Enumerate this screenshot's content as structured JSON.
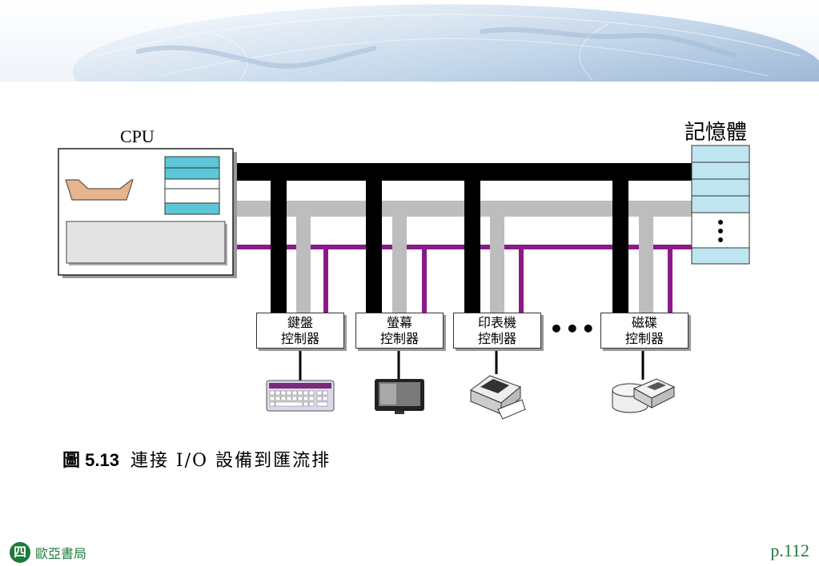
{
  "banner": {
    "description": "globe-banner"
  },
  "cpu": {
    "label": "CPU"
  },
  "memory": {
    "label": "記憶體"
  },
  "controllers": [
    {
      "line1": "鍵盤",
      "line2": "控制器",
      "device": "keyboard-icon"
    },
    {
      "line1": "螢幕",
      "line2": "控制器",
      "device": "monitor-icon"
    },
    {
      "line1": "印表機",
      "line2": "控制器",
      "device": "printer-icon"
    },
    {
      "line1": "磁碟",
      "line2": "控制器",
      "device": "disk-icon"
    }
  ],
  "ellipsis": "•••",
  "caption": {
    "figure": "圖 5.13",
    "text": "連接 I/O 設備到匯流排"
  },
  "footer": {
    "logo_glyph": "四",
    "publisher": "歐亞書局",
    "page": "p.112"
  },
  "colors": {
    "data_bus": "#000000",
    "address_bus": "#bdbdbd",
    "control_bus": "#8a1a8a",
    "register_fill": "#5bc7d8",
    "memory_fill": "#bfe6f0",
    "alu_fill": "#e8b48a",
    "accent": "#1e7a3a"
  }
}
